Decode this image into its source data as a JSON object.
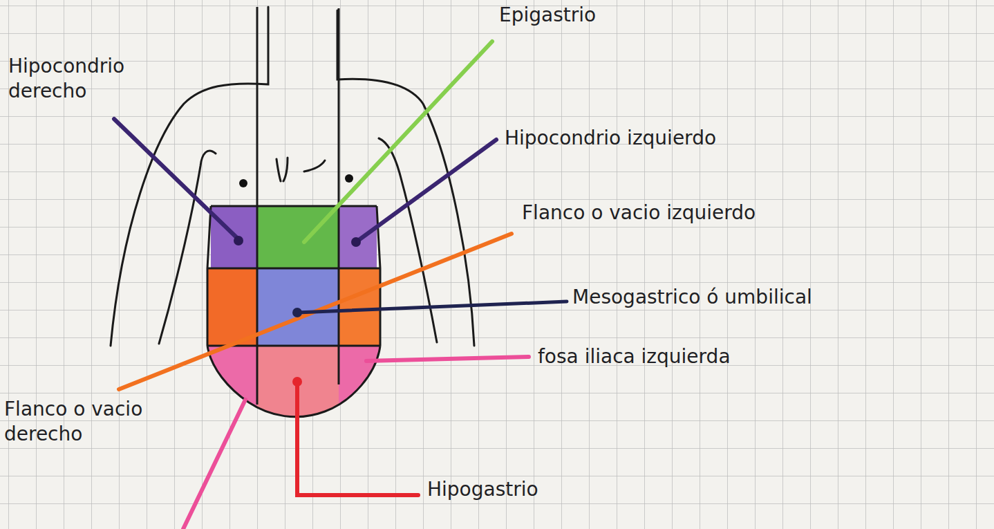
{
  "diagram": {
    "labels": [
      "Hipocondrio derecho",
      "Epigastrio",
      "Hipocondrio izquierdo",
      "Flanco o vacio izquierdo",
      "Mesogastrico ó umbilical",
      "fosa iliaca izquierda",
      "Flanco o vacio derecho",
      "Hipogastrio"
    ]
  }
}
